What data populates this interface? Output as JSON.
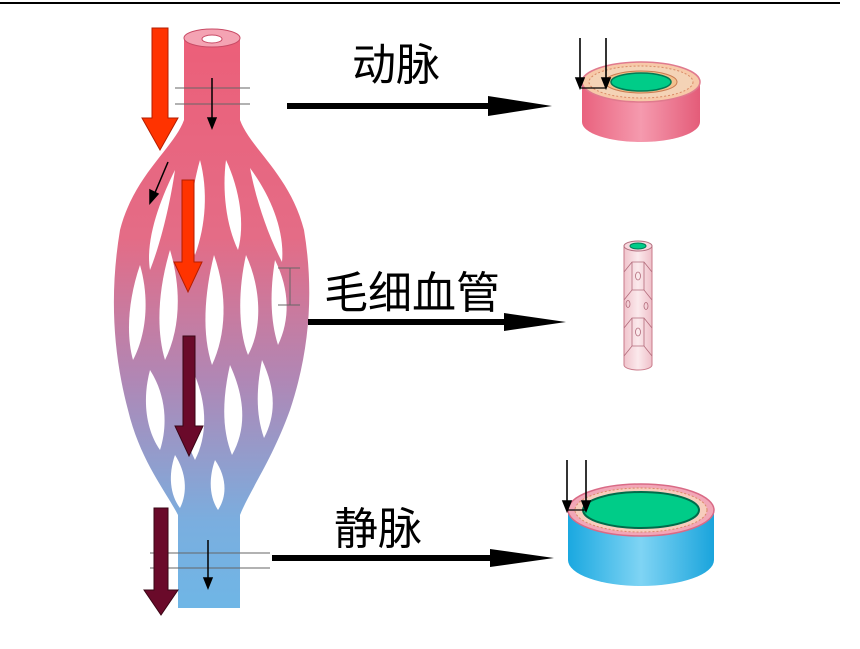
{
  "labels": {
    "artery": "动脉",
    "capillary": "毛细血管",
    "vein": "静脉"
  },
  "colors": {
    "artery_red": "#e8607a",
    "vein_blue": "#6fb3e3",
    "flow_arrow_red": "#ff3300",
    "flow_arrow_dark": "#6a0a2a",
    "lumen_green": "#00cc88",
    "cross_section_pink": "#ea6e86",
    "cross_section_blue": "#2cb6e6",
    "capillary_pink": "#f6d6dc"
  }
}
